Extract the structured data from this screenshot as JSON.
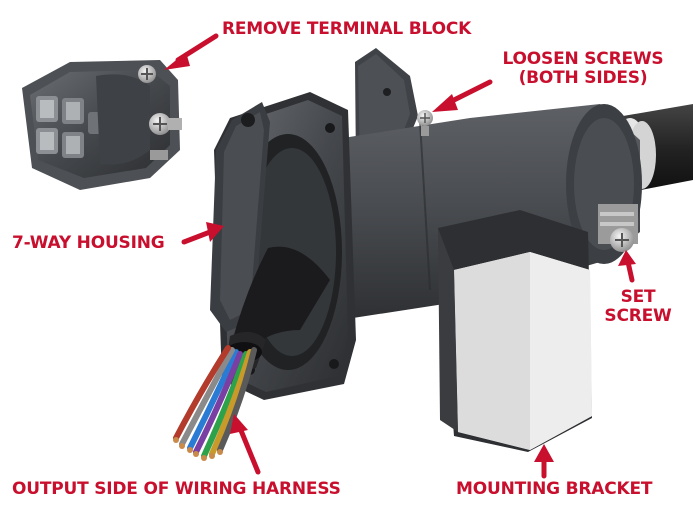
{
  "colors": {
    "label_red": "#c8102e",
    "housing_dark": "#3b3d41",
    "housing_mid": "#55585d",
    "bracket_white": "#f2f2f2",
    "cable_black": "#1d1d1f"
  },
  "labels": {
    "remove_terminal_block": "REMOVE TERMINAL BLOCK",
    "loosen_screws_line1": "LOOSEN SCREWS",
    "loosen_screws_line2": "(BOTH SIDES)",
    "seven_way_housing": "7-WAY HOUSING",
    "set_screw_line1": "SET",
    "set_screw_line2": "SCREW",
    "output_side": "OUTPUT SIDE OF WIRING HARNESS",
    "mounting_bracket": "MOUNTING BRACKET"
  },
  "icons": {
    "screw": "phillips-screw-icon",
    "arrow": "red-arrow-icon"
  }
}
